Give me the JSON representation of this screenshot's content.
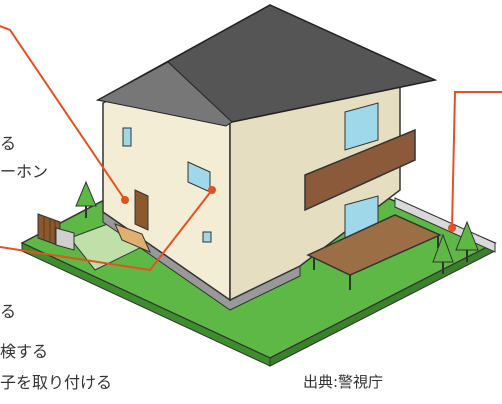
{
  "labels": {
    "fragment_1": "る",
    "fragment_2": "ーホン",
    "fragment_3": "る",
    "fragment_4": "検する",
    "fragment_5": "子を取り付ける"
  },
  "credit": "出典:警視庁",
  "colors": {
    "callout": "#e8501e",
    "roof": "#555555",
    "wall": "#f3edd6",
    "lawn": "#5db846",
    "deck": "#9c6e45",
    "window": "#9fd8ea",
    "outline": "#333333"
  }
}
